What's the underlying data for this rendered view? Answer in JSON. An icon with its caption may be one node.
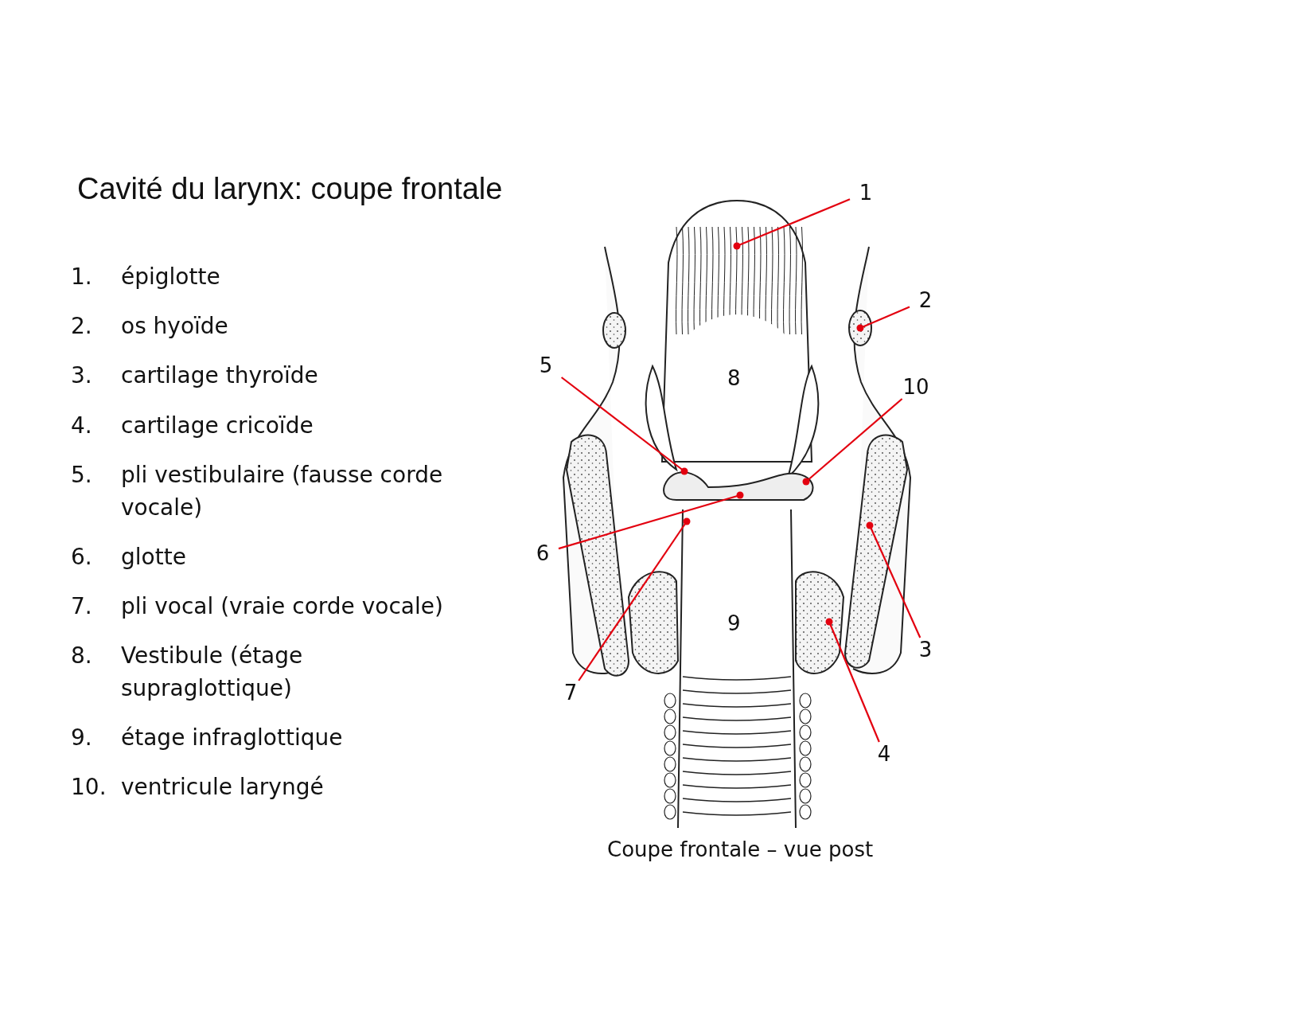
{
  "diagram": {
    "title": "Cavité du larynx: coupe frontale",
    "caption": "Coupe frontale – vue post",
    "nodes": [
      {
        "text": [
          "1"
        ]
      },
      {
        "text": [
          "2"
        ]
      },
      {
        "text": [
          "5"
        ]
      },
      {
        "text": [
          "10"
        ]
      },
      {
        "text": [
          "6"
        ]
      },
      {
        "text": [
          "3"
        ]
      },
      {
        "text": [
          "7"
        ]
      },
      {
        "text": [
          "4"
        ]
      }
    ],
    "edges": [
      {
        "from": 0,
        "to": null,
        "arrow": "other"
      },
      {
        "from": 1,
        "to": null,
        "arrow": "other"
      },
      {
        "from": 2,
        "to": null,
        "arrow": "other"
      },
      {
        "from": 3,
        "to": null,
        "arrow": "other"
      },
      {
        "from": 4,
        "to": null,
        "arrow": "other"
      },
      {
        "from": 5,
        "to": null,
        "arrow": "other"
      },
      {
        "from": 6,
        "to": null,
        "arrow": "other"
      },
      {
        "from": 7,
        "to": null,
        "arrow": "other"
      }
    ],
    "labels": [
      "1.",
      "épiglotte",
      "2.",
      "os hyoïde",
      "3.",
      "cartilage thyroïde",
      "4.",
      "cartilage cricoïde",
      "5.",
      "pli vestibulaire (fausse corde vocale)",
      "6.",
      "glotte",
      "7.",
      "pli vocal (vraie corde vocale)",
      "8.",
      "Vestibule (étage supraglottique)",
      "9.",
      "étage infraglottique",
      "10.",
      "ventricule laryngé",
      "8",
      "9"
    ]
  }
}
